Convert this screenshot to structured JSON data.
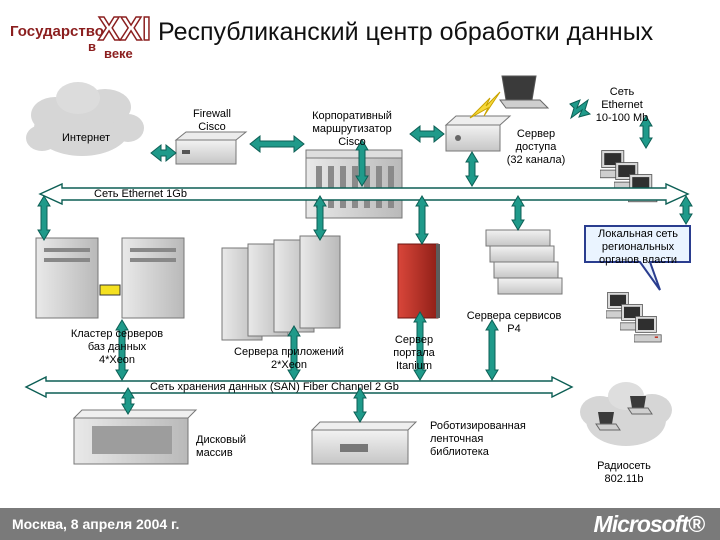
{
  "header": {
    "title": "Республиканский центр обработки данных",
    "logo_word1": "Государство",
    "logo_word2": "в",
    "logo_numeral": "XXI",
    "logo_word3": "веке"
  },
  "nodes": {
    "internet": "Интернет",
    "firewall": "Firewall\nCisco",
    "router": "Корпоративный\nмаршрутизатор\nCisco",
    "access_server": "Сервер\nдоступа\n(32 канала)",
    "ethernet_net": "Сеть\nEthernet\n10-100 Mb",
    "regional_lan": "Локальная сеть\nрегиональных\nорганов власти",
    "cluster": "Кластер серверов\nбаз данных\n4*Xeon",
    "app_servers": "Сервера приложений\n2*Xeon",
    "portal_server": "Сервер\nпортала\nItanium",
    "service_servers": "Сервера сервисов\nP4",
    "disk_array": "Дисковый\nмассив",
    "tape_library": "Роботизированная\nленточная\nбиблиотека",
    "radio_net": "Радиосеть\n802.11b"
  },
  "buses": {
    "ethernet": "Сеть Ethernet 1Gb",
    "san": "Сеть хранения данных (SAN) Fiber Channel 2 Gb"
  },
  "footer": {
    "date": "Москва, 8 апреля 2004 г.",
    "brand": "Microsoft®"
  },
  "colors": {
    "arrow_fill": "#1f9a8a",
    "arrow_stroke": "#0d5f55",
    "bus_fill": "#ffffff",
    "cloud": "#d6d6d6",
    "bubble_fill": "#eaf4ff",
    "bubble_stroke": "#2a3d8f",
    "footer_bg": "#7a7a7a",
    "logo_red": "#8b1e1e",
    "portal_red": "#c0392b",
    "cluster_link": "#f4e020"
  }
}
